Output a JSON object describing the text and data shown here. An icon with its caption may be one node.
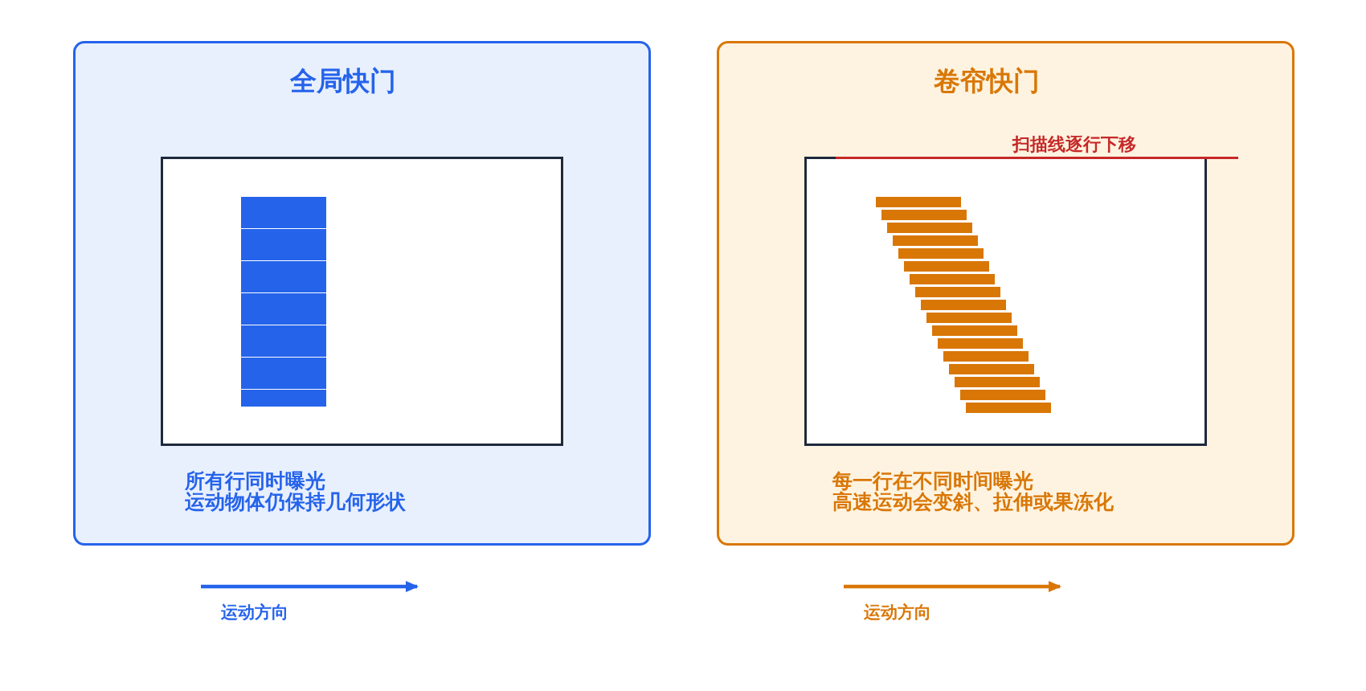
{
  "diagram": {
    "nodes": [
      {
        "text": [
          "全局快门",
          "所有行同时曝光",
          "运动物体仍保持几何形状"
        ]
      },
      {
        "text": [
          "卷帘快门",
          "每一行在不同时间曝光",
          "高速运动会变斜、拉伸或果冻化"
        ]
      }
    ],
    "labels": [
      "扫描线逐行下移",
      "运动方向",
      "运动方向"
    ]
  }
}
